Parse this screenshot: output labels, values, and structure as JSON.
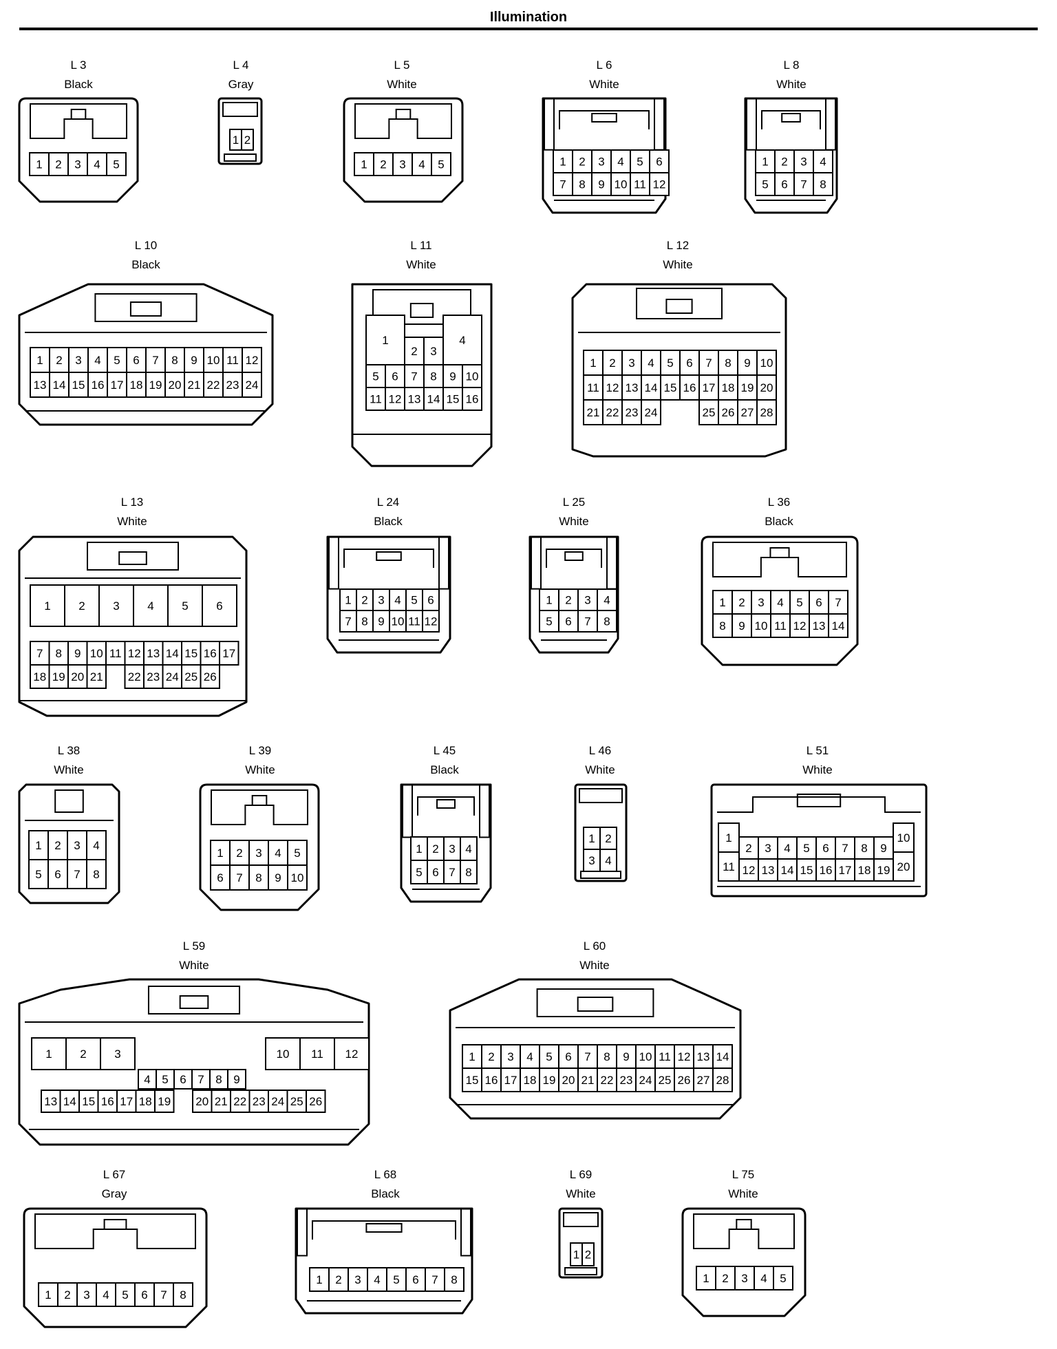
{
  "title": "Illumination",
  "connectors": [
    {
      "id": "L 3",
      "color": "Black",
      "rows": [
        [
          "1",
          "2",
          "3",
          "4",
          "5"
        ]
      ]
    },
    {
      "id": "L 4",
      "color": "Gray",
      "rows": [
        [
          "1",
          "2"
        ]
      ]
    },
    {
      "id": "L 5",
      "color": "White",
      "rows": [
        [
          "1",
          "2",
          "3",
          "4",
          "5"
        ]
      ]
    },
    {
      "id": "L 6",
      "color": "White",
      "rows": [
        [
          "1",
          "2",
          "3",
          "4",
          "5",
          "6"
        ],
        [
          "7",
          "8",
          "9",
          "10",
          "11",
          "12"
        ]
      ]
    },
    {
      "id": "L 8",
      "color": "White",
      "rows": [
        [
          "1",
          "2",
          "3",
          "4"
        ],
        [
          "5",
          "6",
          "7",
          "8"
        ]
      ]
    },
    {
      "id": "L 10",
      "color": "Black",
      "rows": [
        [
          "1",
          "2",
          "3",
          "4",
          "5",
          "6",
          "7",
          "8",
          "9",
          "10",
          "11",
          "12"
        ],
        [
          "13",
          "14",
          "15",
          "16",
          "17",
          "18",
          "19",
          "20",
          "21",
          "22",
          "23",
          "24"
        ]
      ]
    },
    {
      "id": "L 11",
      "color": "White",
      "rows": [
        [
          "1",
          "2",
          "3",
          "4"
        ],
        [
          "5",
          "6",
          "7",
          "8",
          "9",
          "10"
        ],
        [
          "11",
          "12",
          "13",
          "14",
          "15",
          "16"
        ]
      ]
    },
    {
      "id": "L 12",
      "color": "White",
      "rows": [
        [
          "1",
          "2",
          "3",
          "4",
          "5",
          "6",
          "7",
          "8",
          "9",
          "10"
        ],
        [
          "11",
          "12",
          "13",
          "14",
          "15",
          "16",
          "17",
          "18",
          "19",
          "20"
        ],
        [
          "21",
          "22",
          "23",
          "24",
          "",
          "",
          "25",
          "26",
          "27",
          "28"
        ]
      ]
    },
    {
      "id": "L 13",
      "color": "White",
      "rows": [
        [
          "1",
          "2",
          "3",
          "4",
          "5",
          "6"
        ],
        [
          "7",
          "8",
          "9",
          "10",
          "11",
          "12",
          "13",
          "14",
          "15",
          "16",
          "17"
        ],
        [
          "18",
          "19",
          "20",
          "21",
          "",
          "22",
          "23",
          "24",
          "25",
          "26"
        ]
      ]
    },
    {
      "id": "L 24",
      "color": "Black",
      "rows": [
        [
          "1",
          "2",
          "3",
          "4",
          "5",
          "6"
        ],
        [
          "7",
          "8",
          "9",
          "10",
          "11",
          "12"
        ]
      ]
    },
    {
      "id": "L 25",
      "color": "White",
      "rows": [
        [
          "1",
          "2",
          "3",
          "4"
        ],
        [
          "5",
          "6",
          "7",
          "8"
        ]
      ]
    },
    {
      "id": "L 36",
      "color": "Black",
      "rows": [
        [
          "1",
          "2",
          "3",
          "4",
          "5",
          "6",
          "7"
        ],
        [
          "8",
          "9",
          "10",
          "11",
          "12",
          "13",
          "14"
        ]
      ]
    },
    {
      "id": "L 38",
      "color": "White",
      "rows": [
        [
          "1",
          "2",
          "3",
          "4"
        ],
        [
          "5",
          "6",
          "7",
          "8"
        ]
      ]
    },
    {
      "id": "L 39",
      "color": "White",
      "rows": [
        [
          "1",
          "2",
          "3",
          "4",
          "5"
        ],
        [
          "6",
          "7",
          "8",
          "9",
          "10"
        ]
      ]
    },
    {
      "id": "L 45",
      "color": "Black",
      "rows": [
        [
          "1",
          "2",
          "3",
          "4"
        ],
        [
          "5",
          "6",
          "7",
          "8"
        ]
      ]
    },
    {
      "id": "L 46",
      "color": "White",
      "rows": [
        [
          "1",
          "2"
        ],
        [
          "3",
          "4"
        ]
      ]
    },
    {
      "id": "L 51",
      "color": "White",
      "rows": [
        [
          "1",
          "2",
          "3",
          "4",
          "5",
          "6",
          "7",
          "8",
          "9",
          "10"
        ],
        [
          "11",
          "12",
          "13",
          "14",
          "15",
          "16",
          "17",
          "18",
          "19",
          "20"
        ]
      ]
    },
    {
      "id": "L 59",
      "color": "White",
      "rows": [
        [
          "1",
          "2",
          "3",
          "10",
          "11",
          "12"
        ],
        [
          "4",
          "5",
          "6",
          "7",
          "8",
          "9"
        ],
        [
          "13",
          "14",
          "15",
          "16",
          "17",
          "18",
          "19",
          "",
          "20",
          "21",
          "22",
          "23",
          "24",
          "25",
          "26"
        ]
      ]
    },
    {
      "id": "L 60",
      "color": "White",
      "rows": [
        [
          "1",
          "2",
          "3",
          "4",
          "5",
          "6",
          "7",
          "8",
          "9",
          "10",
          "11",
          "12",
          "13",
          "14"
        ],
        [
          "15",
          "16",
          "17",
          "18",
          "19",
          "20",
          "21",
          "22",
          "23",
          "24",
          "25",
          "26",
          "27",
          "28"
        ]
      ]
    },
    {
      "id": "L 67",
      "color": "Gray",
      "rows": [
        [
          "1",
          "2",
          "3",
          "4",
          "5",
          "6",
          "7",
          "8"
        ]
      ]
    },
    {
      "id": "L 68",
      "color": "Black",
      "rows": [
        [
          "1",
          "2",
          "3",
          "4",
          "5",
          "6",
          "7",
          "8"
        ]
      ]
    },
    {
      "id": "L 69",
      "color": "White",
      "rows": [
        [
          "1",
          "2"
        ]
      ]
    },
    {
      "id": "L 75",
      "color": "White",
      "rows": [
        [
          "1",
          "2",
          "3",
          "4",
          "5"
        ]
      ]
    }
  ]
}
